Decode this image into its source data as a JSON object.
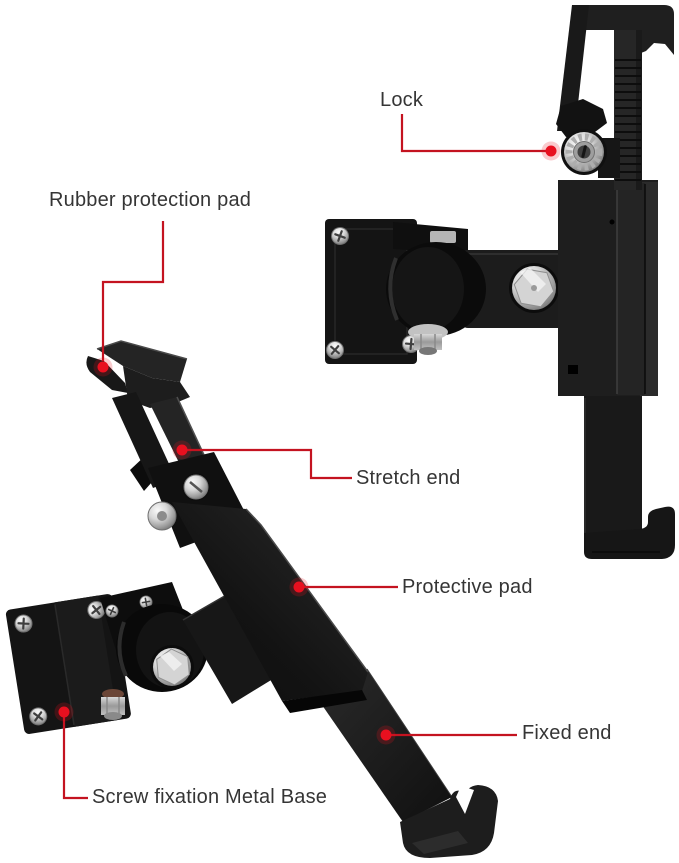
{
  "background": "#ffffff",
  "palette": {
    "leader_line": "#c41320",
    "callout_dot": "#e8101f",
    "label_text": "#353535",
    "product_black": "#1b1b1b",
    "metal_silver": "#cccccc",
    "washer_brown": "#6b4637"
  },
  "annotations": [
    {
      "id": "lock",
      "label": "Lock"
    },
    {
      "id": "rubber-protection-pad",
      "label": "Rubber protection pad"
    },
    {
      "id": "stretch-end",
      "label": "Stretch end"
    },
    {
      "id": "protective-pad",
      "label": "Protective pad"
    },
    {
      "id": "fixed-end",
      "label": "Fixed end"
    },
    {
      "id": "screw-fixation-metal-base",
      "label": "Screw fixation Metal Base"
    }
  ]
}
